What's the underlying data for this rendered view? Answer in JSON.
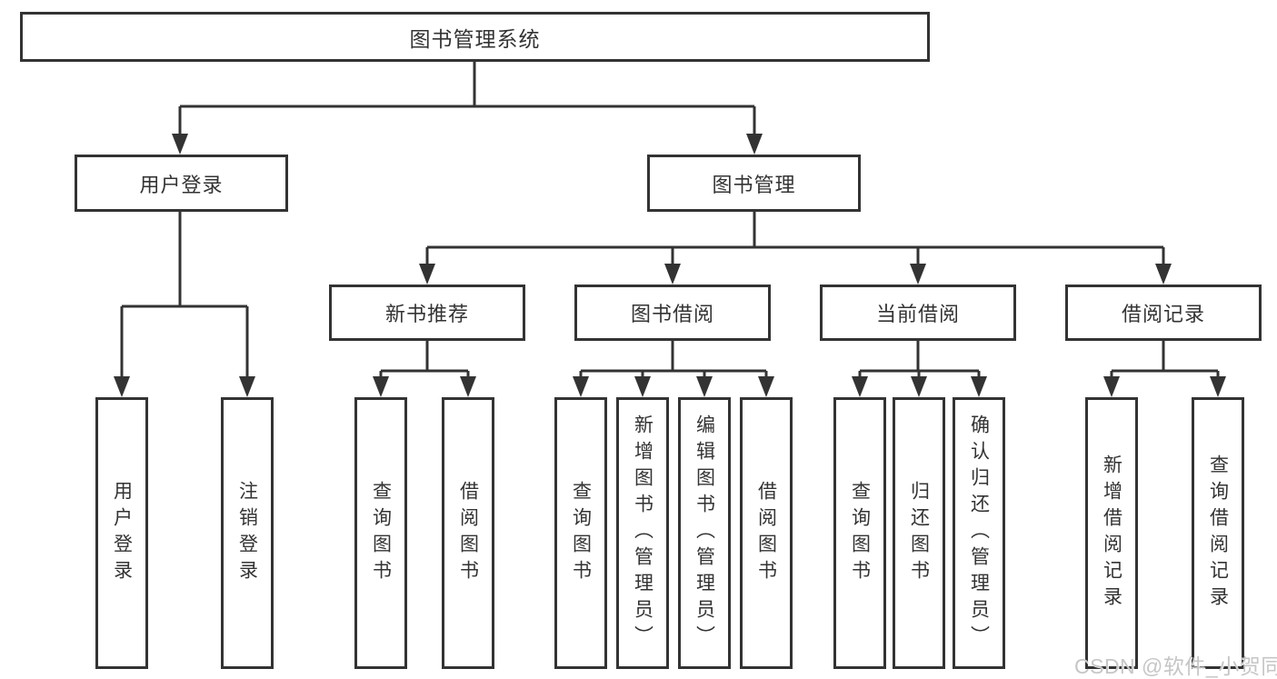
{
  "diagram": {
    "title": "图书管理系统",
    "branches": [
      {
        "label": "用户登录",
        "leaves": [
          "用户登录",
          "注销登录"
        ]
      },
      {
        "label": "图书管理",
        "groups": [
          {
            "label": "新书推荐",
            "leaves": [
              "查询图书",
              "借阅图书"
            ]
          },
          {
            "label": "图书借阅",
            "leaves": [
              "查询图书",
              "新增图书（管理员）",
              "编辑图书（管理员）",
              "借阅图书"
            ]
          },
          {
            "label": "当前借阅",
            "leaves": [
              "查询图书",
              "归还图书",
              "确认归还（管理员）"
            ]
          },
          {
            "label": "借阅记录",
            "leaves": [
              "新增借阅记录",
              "查询借阅记录"
            ]
          }
        ]
      }
    ]
  },
  "colors": {
    "line": "#333333",
    "text": "#333333",
    "background": "#ffffff",
    "watermark": "#c6c6c6"
  },
  "watermark": {
    "text": "CSDN @软件_小贺同学"
  }
}
